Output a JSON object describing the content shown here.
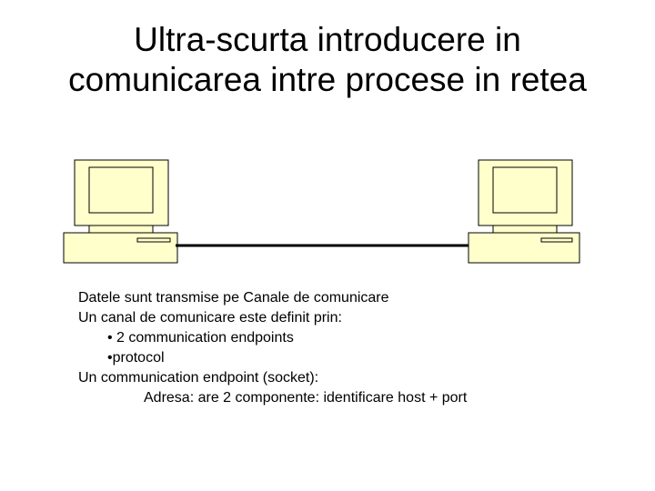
{
  "slide": {
    "title_lines": [
      "Ultra-scurta introducere in",
      "comunicarea intre procese in retea"
    ],
    "colors": {
      "computer_fill": "#ffffcc",
      "outline": "#000000",
      "link": "#000000"
    },
    "icons": [
      "desktop-computer-icon",
      "desktop-computer-icon"
    ],
    "lines": [
      "Datele sunt transmise pe Canale de comunicare",
      "Un canal de comunicare este definit prin:",
      "• 2 communication endpoints",
      "•protocol",
      "Un communication endpoint (socket):",
      "Adresa: are 2 componente: identificare host + port"
    ]
  }
}
